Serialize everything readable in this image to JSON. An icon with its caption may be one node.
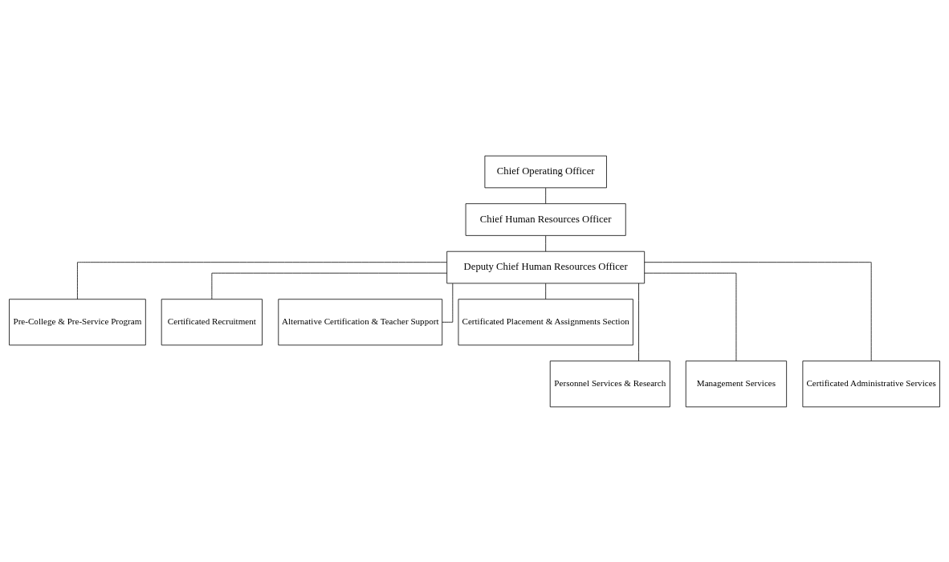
{
  "diagram": {
    "nodes": [
      {
        "text": [
          "Chief Operating Officer"
        ]
      },
      {
        "text": [
          "Chief Human Resources Officer"
        ]
      },
      {
        "text": [
          "Deputy Chief Human Resources Officer"
        ]
      },
      {
        "text": [
          "Pre-College & Pre-Service Program"
        ]
      },
      {
        "text": [
          "Certificated Recruitment"
        ]
      },
      {
        "text": [
          "Alternative Certification & Teacher Support"
        ]
      },
      {
        "text": [
          "Certificated Placement & Assignments Section"
        ]
      },
      {
        "text": [
          "Personnel Services & Research"
        ]
      },
      {
        "text": [
          "Management Services"
        ]
      },
      {
        "text": [
          "Certificated Administrative Services"
        ]
      }
    ],
    "edges": [
      {
        "from": 0,
        "to": 1,
        "arrow": "none"
      },
      {
        "from": 1,
        "to": 2,
        "arrow": "none"
      },
      {
        "from": 2,
        "to": 3,
        "arrow": "none"
      },
      {
        "from": 2,
        "to": 4,
        "arrow": "none"
      },
      {
        "from": 2,
        "to": 5,
        "arrow": "none"
      },
      {
        "from": 2,
        "to": 6,
        "arrow": "none"
      },
      {
        "from": 2,
        "to": 7,
        "arrow": "none"
      },
      {
        "from": 2,
        "to": 8,
        "arrow": "none"
      },
      {
        "from": 2,
        "to": 9,
        "arrow": "none"
      }
    ]
  }
}
